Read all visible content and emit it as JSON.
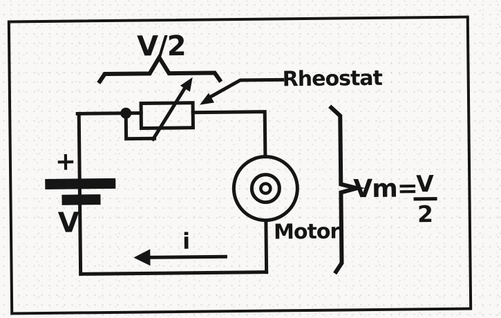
{
  "figure": {
    "kind": "scanned-circuit-diagram",
    "labels": {
      "rheostat_drop": "V/2",
      "rheostat_name": "Rheostat",
      "battery_positive": "+",
      "battery_emf": "V",
      "motor_name": "Motor",
      "current": "i",
      "motor_voltage": "Vm=",
      "motor_voltage_numerator": "V",
      "motor_voltage_denominator": "2"
    },
    "colors": {
      "ink": "#151515",
      "paper": "#f9f8f6"
    }
  }
}
